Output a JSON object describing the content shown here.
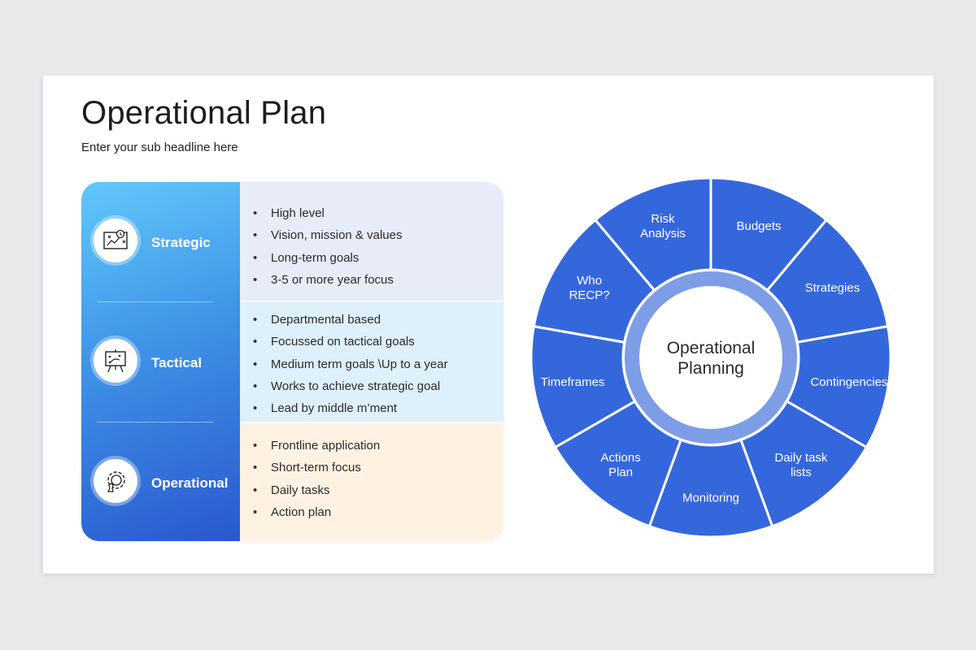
{
  "slide": {
    "title": "Operational Plan",
    "subtitle": "Enter your sub headline here"
  },
  "levels": [
    {
      "label": "Strategic",
      "icon": "strategy-board-icon",
      "items": [
        "High level",
        "Vision, mission & values",
        "Long-term goals",
        "3-5 or more year focus"
      ]
    },
    {
      "label": "Tactical",
      "icon": "presentation-board-icon",
      "items": [
        "Departmental based",
        "Focussed  on tactical goals",
        "Medium term goals \\Up to a year",
        "Works to achieve strategic goal",
        "Lead by middle m’ment"
      ]
    },
    {
      "label": "Operational",
      "icon": "gear-chess-icon",
      "items": [
        "Frontline application",
        "Short-term focus",
        "Daily tasks",
        "Action plan"
      ]
    }
  ],
  "wheel": {
    "center_label": [
      "Operational",
      "Planning"
    ],
    "segments": [
      [
        "Budgets"
      ],
      [
        "Strategies"
      ],
      [
        "Contingencies"
      ],
      [
        "Daily task",
        "lists"
      ],
      [
        "Monitoring"
      ],
      [
        "Actions",
        "Plan"
      ],
      [
        "Timeframes"
      ],
      [
        "Who",
        "RECP?"
      ],
      [
        "Risk",
        "Analysis"
      ]
    ]
  },
  "colors": {
    "background": "#e9e8ea",
    "wheel_blue": "#3567dc",
    "sidebar_light": "#62c8fb",
    "sidebar_dark": "#2958cf",
    "row_strategic": "#e7ecf8",
    "row_tactical": "#def0fb",
    "row_operational": "#fff2e2"
  }
}
